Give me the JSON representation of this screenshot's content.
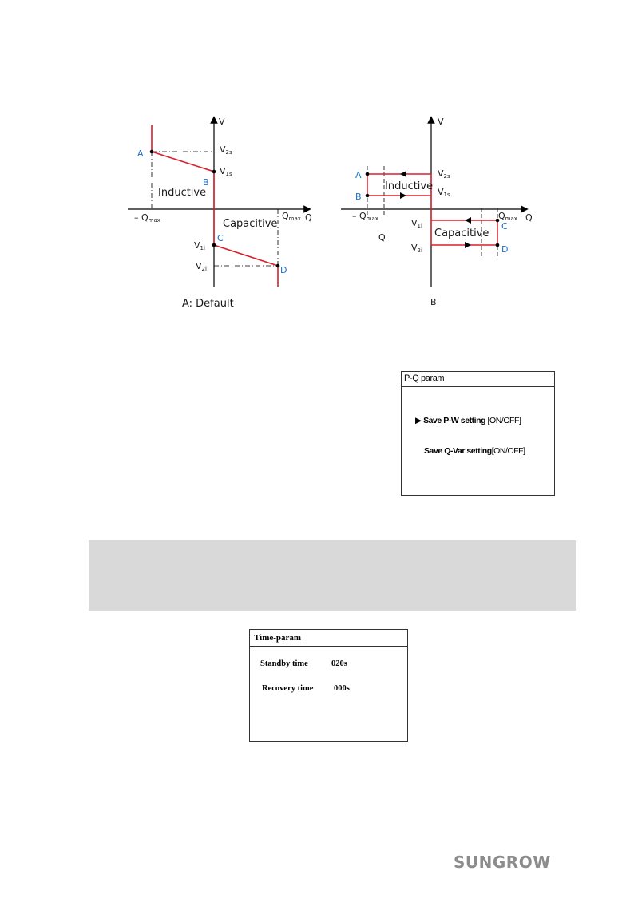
{
  "figure_a": {
    "axis_v": "V",
    "axis_q": "Q",
    "neg_qmax_main": "– Q",
    "neg_qmax_sub": "max",
    "qmax_main": "Q",
    "qmax_sub": "max",
    "v2s_main": "V",
    "v2s_sub": "2s",
    "v1s_main": "V",
    "v1s_sub": "1s",
    "v1i_main": "V",
    "v1i_sub": "1i",
    "v2i_main": "V",
    "v2i_sub": "2i",
    "point_a": "A",
    "point_b": "B",
    "point_c": "C",
    "point_d": "D",
    "inductive": "Inductive",
    "capacitive": "Capacitive",
    "caption": "A: Default"
  },
  "figure_b": {
    "axis_v": "V",
    "axis_q": "Q",
    "neg_qmax_main": "– Q",
    "neg_qmax_sub": "max",
    "qmax_main": "Q",
    "qmax_sub": "max",
    "qr_main": "Q",
    "qr_sub": "r",
    "v2s_main": "V",
    "v2s_sub": "2s",
    "v1s_main": "V",
    "v1s_sub": "1s",
    "v1i_main": "V",
    "v1i_sub": "1i",
    "v2i_main": "V",
    "v2i_sub": "2i",
    "point_a": "A",
    "point_b": "B",
    "point_c": "C",
    "point_d": "D",
    "inductive": "Inductive",
    "capacitive": "Capacitive",
    "caption": "B"
  },
  "pq_screen": {
    "title": "P-Q param",
    "line1_label": "Save P-W setting",
    "line1_value": "[ON/OFF]",
    "line2_label": "Save Q-Var setting",
    "line2_value": "[ON/OFF]",
    "cursor_icon": "play-triangle"
  },
  "time_screen": {
    "title": "Time-param",
    "standby_label": "Standby time",
    "standby_value": "020s",
    "recovery_label": "Recovery time",
    "recovery_value": "000s"
  },
  "brand": {
    "logo_text": "SUNGROW",
    "logo_color": "#8c8c8c"
  },
  "colors": {
    "curve_red": "#d9202a",
    "label_blue": "#1f6fc6",
    "note_gray": "#d9d9d9"
  }
}
